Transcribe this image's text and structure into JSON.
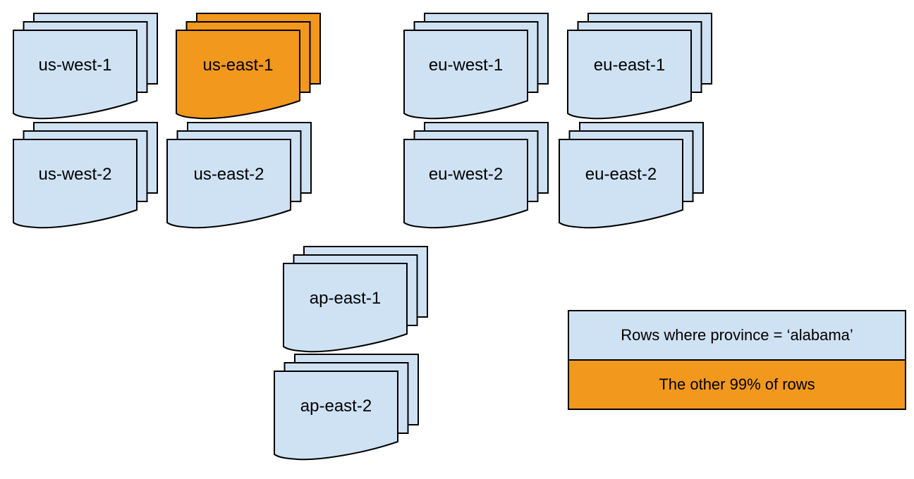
{
  "stacks": [
    {
      "label": "us-west-1",
      "variant": "blue"
    },
    {
      "label": "us-east-1",
      "variant": "orange"
    },
    {
      "label": "eu-west-1",
      "variant": "blue"
    },
    {
      "label": "eu-east-1",
      "variant": "blue"
    },
    {
      "label": "us-west-2",
      "variant": "blue"
    },
    {
      "label": "us-east-2",
      "variant": "blue"
    },
    {
      "label": "eu-west-2",
      "variant": "blue"
    },
    {
      "label": "eu-east-2",
      "variant": "blue"
    },
    {
      "label": "ap-east-1",
      "variant": "blue"
    },
    {
      "label": "ap-east-2",
      "variant": "blue"
    }
  ],
  "legend": {
    "rows": [
      {
        "label": "Rows where province = ‘alabama’",
        "variant": "blue"
      },
      {
        "label": "The other 99% of rows",
        "variant": "orange"
      }
    ]
  },
  "colors": {
    "region_fill_blue": "#CFE2F3",
    "highlight_fill_orange": "#F2981D",
    "stroke": "#000000",
    "background": "#FFFFFF"
  }
}
